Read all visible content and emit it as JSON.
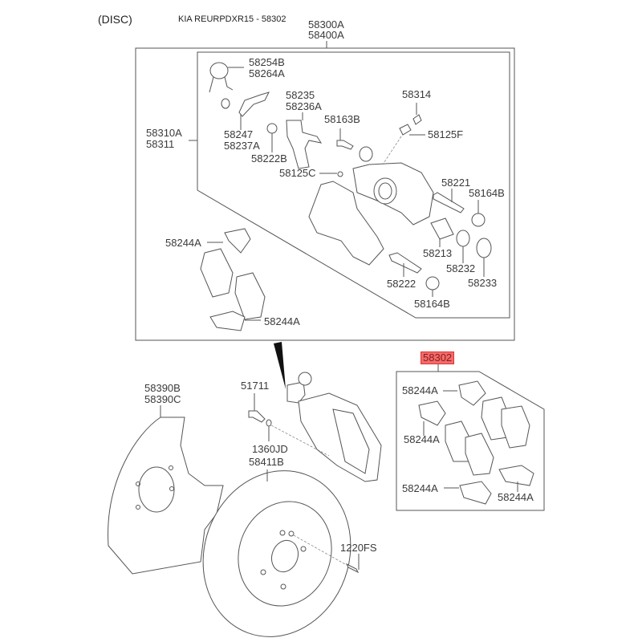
{
  "header": {
    "variant": "(DISC)",
    "title": "KIA REURPDXR15 - 58302"
  },
  "highlight": {
    "part_number": "58302",
    "color": "#f26b6b"
  },
  "assembly": {
    "caliper_assy": [
      "58300A",
      "58400A"
    ],
    "caliper_body": [
      "58310A",
      "58311"
    ]
  },
  "parts": {
    "spring": [
      "58254B",
      "58264A"
    ],
    "lever": [
      "58247",
      "58237A"
    ],
    "bracket": [
      "58235",
      "58236A"
    ],
    "boot_small": "58222B",
    "bolt": "58163B",
    "clip": "58314",
    "bleeder": "58125F",
    "bleeder_cap": "58125C",
    "guide_pin_upper": "58221",
    "pin_boot_upper": "58164B",
    "piston": "58213",
    "seal": "58232",
    "piston_boot": "58233",
    "guide_pin_lower": "58222",
    "pin_boot_lower": "58164B",
    "pad_clip_top": "58244A",
    "pad_clip_bottom": "58244A",
    "kit_clip_1": "58244A",
    "kit_clip_2": "58244A",
    "kit_clip_3": "58244A",
    "kit_clip_4": "58244A",
    "dust_cover": [
      "58390B",
      "58390C"
    ],
    "caliper_bolt": "51711",
    "washer": "1360JD",
    "disc": "58411B",
    "screw": "1220FS"
  }
}
